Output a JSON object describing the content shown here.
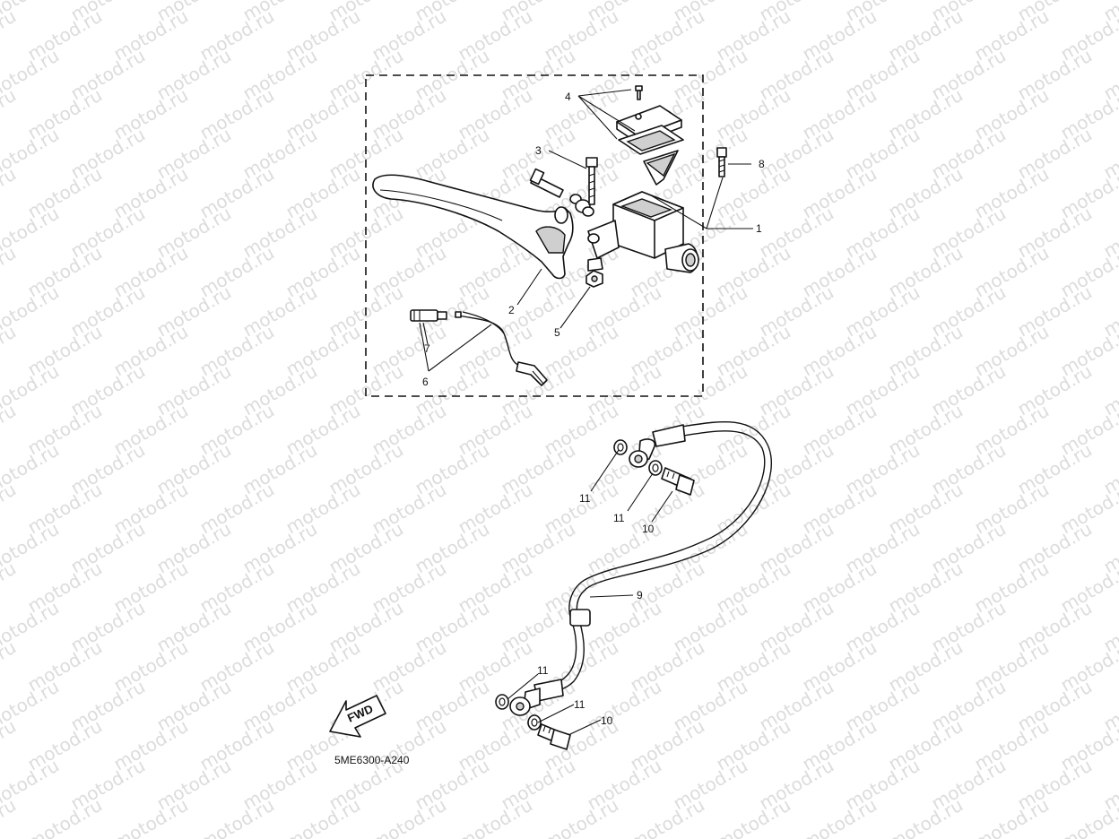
{
  "watermark": "motod.ru",
  "diagram_code": "5ME6300-A240",
  "fwd_label": "FWD",
  "callouts": {
    "c1": "1",
    "c2": "2",
    "c3": "3",
    "c4": "4",
    "c5": "5",
    "c6": "6",
    "c7": "7",
    "c8": "8",
    "c9": "9",
    "c10a": "10",
    "c10b": "10",
    "c11a": "11",
    "c11b": "11",
    "c11c": "11",
    "c11d": "11"
  }
}
